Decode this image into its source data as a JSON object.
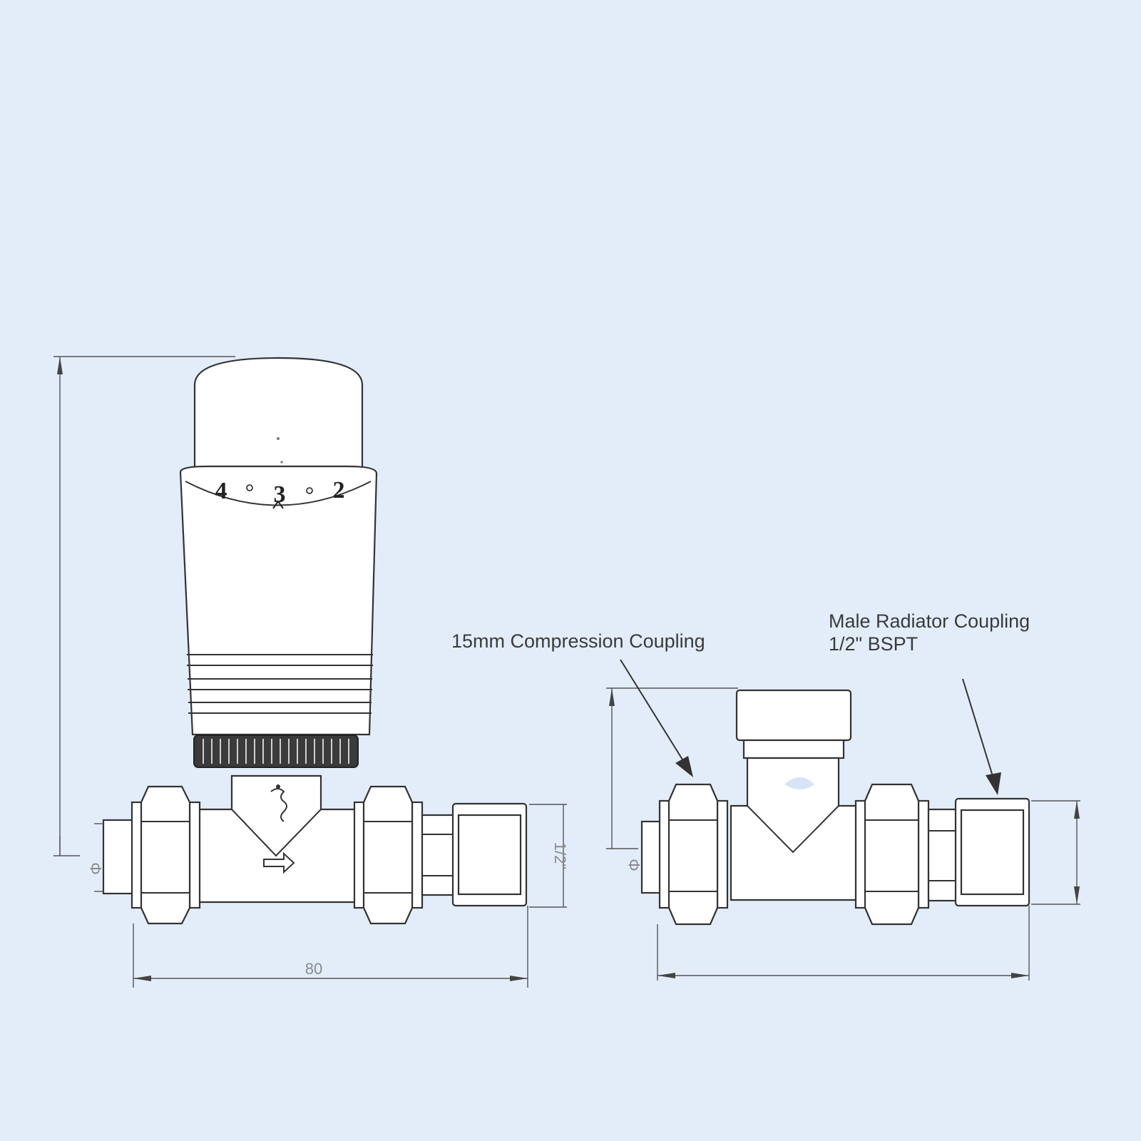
{
  "callouts": {
    "compression": "15mm Compression Coupling",
    "male_line1": "Male Radiator Coupling",
    "male_line2": "1/2\" BSPT"
  },
  "dimensions": {
    "thread_size": "1/2\"",
    "width": "80"
  },
  "dial": {
    "num_4": "4",
    "num_3": "3",
    "num_2": "2"
  }
}
